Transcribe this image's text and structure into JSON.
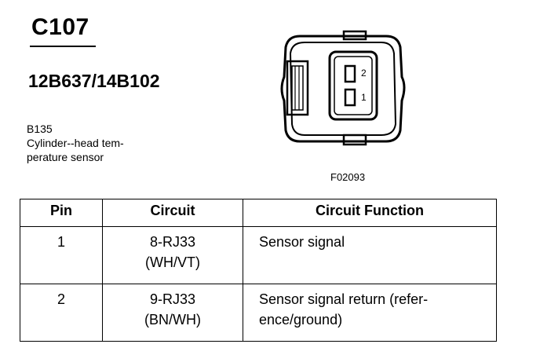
{
  "header": {
    "connector_id": "C107",
    "part_number": "12B637/14B102",
    "component_code": "B135",
    "component_name_line1": "Cylinder--head tem-",
    "component_name_line2": "perature sensor"
  },
  "diagram": {
    "pin_labels": [
      "2",
      "1"
    ],
    "figure_code": "F02093"
  },
  "table": {
    "headers": [
      "Pin",
      "Circuit",
      "Circuit Function"
    ],
    "rows": [
      {
        "pin": "1",
        "circuit_line1": "8-RJ33",
        "circuit_line2": "(WH/VT)",
        "function_line1": "Sensor signal",
        "function_line2": ""
      },
      {
        "pin": "2",
        "circuit_line1": "9-RJ33",
        "circuit_line2": "(BN/WH)",
        "function_line1": "Sensor signal return (refer-",
        "function_line2": "ence/ground)"
      }
    ]
  }
}
